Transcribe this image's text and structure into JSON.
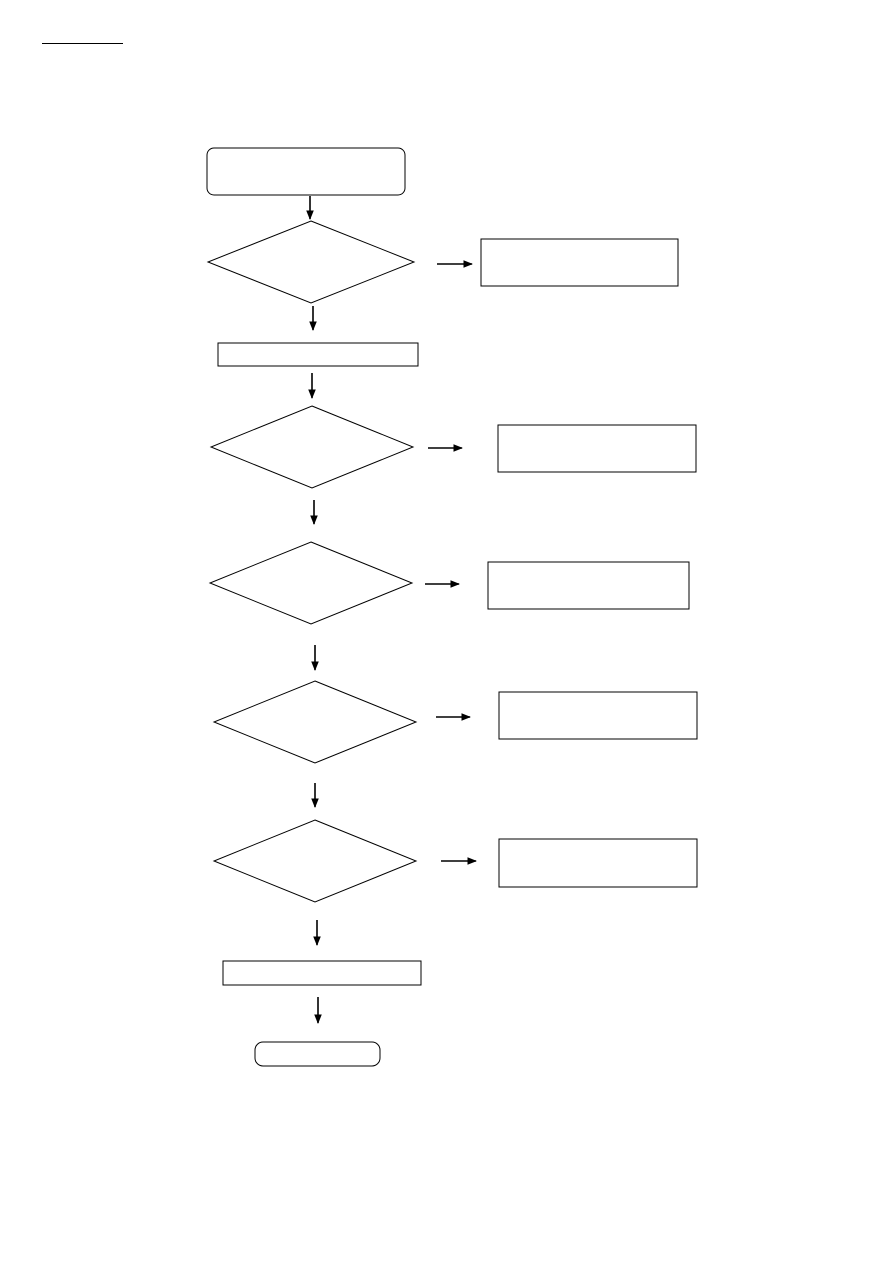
{
  "diagram": {
    "stroke_color": "#000000",
    "background": "#ffffff",
    "nodes": [
      {
        "id": "start",
        "kind": "terminal",
        "text": ""
      },
      {
        "id": "decision-1",
        "kind": "decision",
        "text": ""
      },
      {
        "id": "action-1",
        "kind": "process",
        "text": ""
      },
      {
        "id": "step-1",
        "kind": "process",
        "text": ""
      },
      {
        "id": "decision-2",
        "kind": "decision",
        "text": ""
      },
      {
        "id": "action-2",
        "kind": "process",
        "text": ""
      },
      {
        "id": "decision-3",
        "kind": "decision",
        "text": ""
      },
      {
        "id": "action-3",
        "kind": "process",
        "text": ""
      },
      {
        "id": "decision-4",
        "kind": "decision",
        "text": ""
      },
      {
        "id": "action-4",
        "kind": "process",
        "text": ""
      },
      {
        "id": "decision-5",
        "kind": "decision",
        "text": ""
      },
      {
        "id": "action-5",
        "kind": "process",
        "text": ""
      },
      {
        "id": "step-2",
        "kind": "process",
        "text": ""
      },
      {
        "id": "end",
        "kind": "terminal",
        "text": ""
      }
    ],
    "edges": [
      {
        "from": "start",
        "to": "decision-1"
      },
      {
        "from": "decision-1",
        "to": "action-1"
      },
      {
        "from": "decision-1",
        "to": "step-1"
      },
      {
        "from": "step-1",
        "to": "decision-2"
      },
      {
        "from": "decision-2",
        "to": "action-2"
      },
      {
        "from": "decision-2",
        "to": "decision-3"
      },
      {
        "from": "decision-3",
        "to": "action-3"
      },
      {
        "from": "decision-3",
        "to": "decision-4"
      },
      {
        "from": "decision-4",
        "to": "action-4"
      },
      {
        "from": "decision-4",
        "to": "decision-5"
      },
      {
        "from": "decision-5",
        "to": "action-5"
      },
      {
        "from": "decision-5",
        "to": "step-2"
      },
      {
        "from": "step-2",
        "to": "end"
      }
    ]
  }
}
